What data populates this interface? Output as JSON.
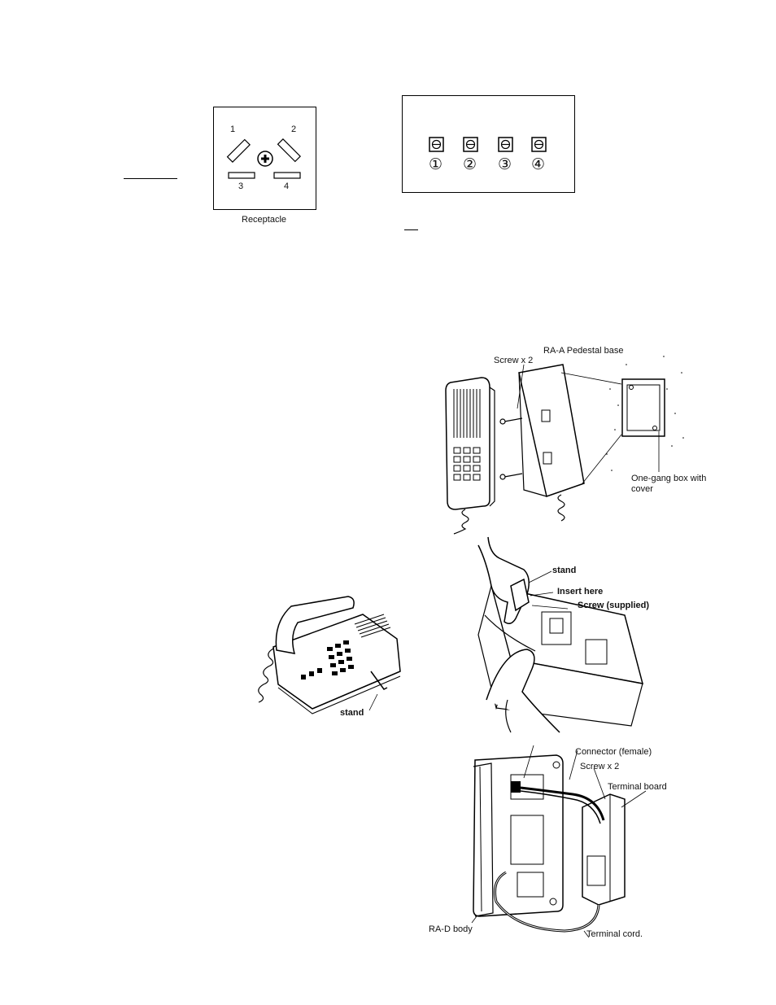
{
  "receptacle": {
    "caption": "Receptacle",
    "pins": [
      "1",
      "2",
      "3",
      "4"
    ]
  },
  "terminal_panel": {
    "terminals": [
      "①",
      "②",
      "③",
      "④"
    ]
  },
  "pedestal_figure": {
    "screw_label": "Screw x 2",
    "base_label": "RA-A Pedestal base",
    "box_label_line1": "One-gang box with",
    "box_label_line2": "cover"
  },
  "desk_phone_figure": {
    "stand_label": "stand"
  },
  "stand_install_figure": {
    "stand_label": "stand",
    "insert_label": "Insert here",
    "screw_label": "Screw (supplied)"
  },
  "wall_mount_figure": {
    "connector_label": "Connector (female)",
    "screw_label": "Screw x 2",
    "terminal_board_label": "Terminal board",
    "body_label": "RA-D body",
    "cord_label": "Terminal cord."
  }
}
